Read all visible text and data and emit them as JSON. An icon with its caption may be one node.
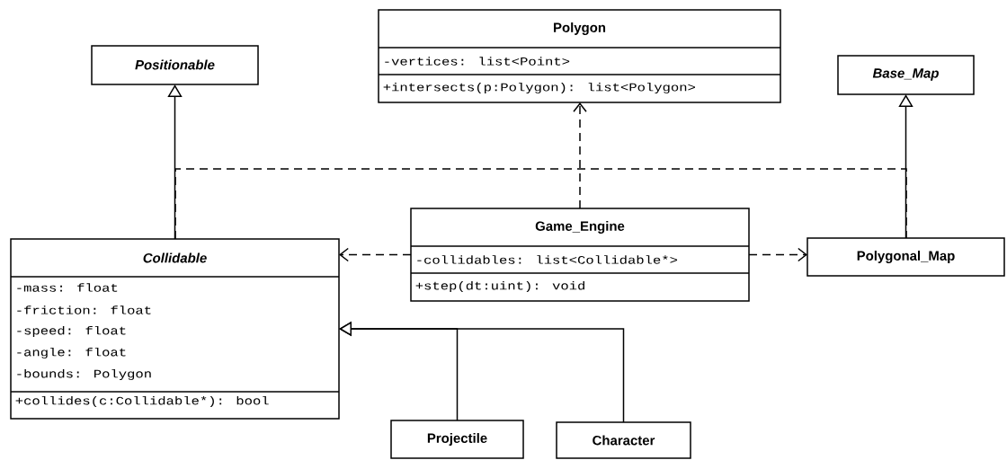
{
  "diagram": {
    "nodes": [
      {
        "text": [
          "Positionable"
        ]
      },
      {
        "text": [
          "Polygon",
          "-vertices: list<Point>",
          "+intersects(p:Polygon): list<Polygon>"
        ]
      },
      {
        "text": [
          "Base_Map"
        ]
      },
      {
        "text": [
          "Game_Engine",
          "-collidables: list<Collidable*>",
          "+step(dt:uint): void"
        ]
      },
      {
        "text": [
          "Collidable",
          "-mass: float",
          "-friction: float",
          "-speed: float",
          "-angle: float",
          "-bounds: Polygon",
          "+collides(c:Collidable*): bool"
        ]
      },
      {
        "text": [
          "Polygonal_Map"
        ]
      },
      {
        "text": [
          "Projectile"
        ]
      },
      {
        "text": [
          "Character"
        ]
      }
    ],
    "edges": [
      {
        "from": 4,
        "to": 0,
        "arrow": "to"
      },
      {
        "from": 5,
        "to": 2,
        "arrow": "to"
      },
      {
        "from": 3,
        "to": 1,
        "arrow": "to",
        "style": "dashed"
      },
      {
        "from": 3,
        "to": 4,
        "arrow": "to",
        "style": "dashed"
      },
      {
        "from": 3,
        "to": 5,
        "arrow": "to",
        "style": "dashed"
      },
      {
        "from": 6,
        "to": 4,
        "arrow": "to"
      },
      {
        "from": 7,
        "to": 4,
        "arrow": "to"
      },
      {
        "from": 4,
        "to": 5,
        "arrow": "none",
        "style": "dashed"
      }
    ]
  }
}
